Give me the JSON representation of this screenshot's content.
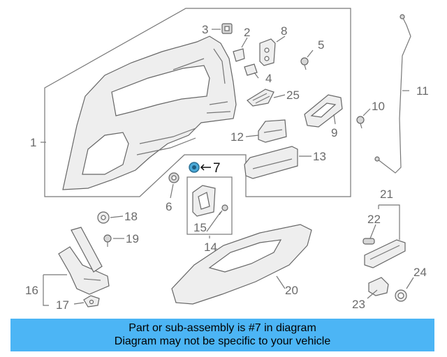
{
  "diagram": {
    "labels": {
      "1": "1",
      "2": "2",
      "3": "3",
      "4": "4",
      "5": "5",
      "6": "6",
      "7": "7",
      "8": "8",
      "9": "9",
      "10": "10",
      "11": "11",
      "12": "12",
      "13": "13",
      "14": "14",
      "15": "15",
      "16": "16",
      "17": "17",
      "18": "18",
      "19": "19",
      "20": "20",
      "21": "21",
      "22": "22",
      "23": "23",
      "24": "24",
      "25": "25"
    },
    "highlight_color": "#4aa9d8"
  },
  "banner": {
    "line1": "Part or sub-assembly is #7 in diagram",
    "line2": "Diagram may not be specific to your vehicle",
    "background": "#4cb5f5"
  }
}
